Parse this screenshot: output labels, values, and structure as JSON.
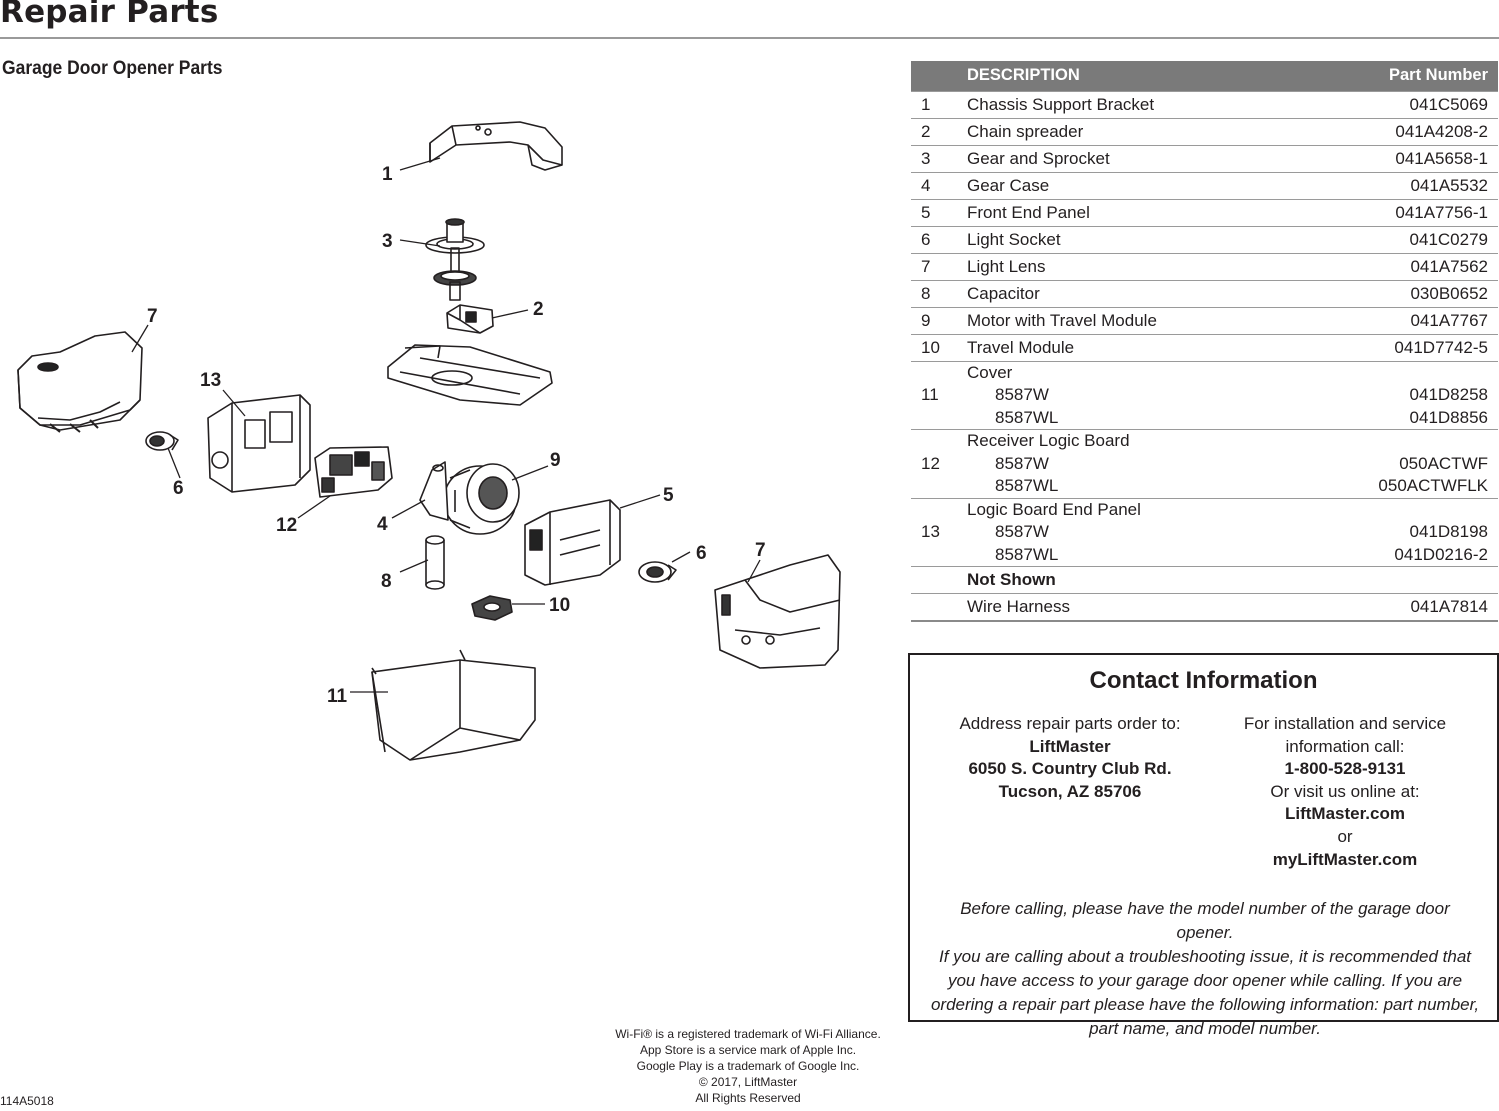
{
  "header": {
    "title": "Repair Parts",
    "section_title": "Garage Door Opener Parts"
  },
  "diagram": {
    "callouts": [
      "1",
      "3",
      "2",
      "7",
      "13",
      "9",
      "6",
      "12",
      "4",
      "5",
      "6",
      "7",
      "8",
      "10",
      "11"
    ]
  },
  "parts_table": {
    "col_description": "DESCRIPTION",
    "col_part_number": "Part Number",
    "rows": [
      {
        "num": "1",
        "desc": "Chassis Support Bracket",
        "pn": "041C5069"
      },
      {
        "num": "2",
        "desc": "Chain spreader",
        "pn": "041A4208-2"
      },
      {
        "num": "3",
        "desc": "Gear and Sprocket",
        "pn": "041A5658-1"
      },
      {
        "num": "4",
        "desc": "Gear Case",
        "pn": "041A5532"
      },
      {
        "num": "5",
        "desc": "Front End Panel",
        "pn": "041A7756-1"
      },
      {
        "num": "6",
        "desc": "Light Socket",
        "pn": "041C0279"
      },
      {
        "num": "7",
        "desc": "Light Lens",
        "pn": "041A7562"
      },
      {
        "num": "8",
        "desc": "Capacitor",
        "pn": "030B0652"
      },
      {
        "num": "9",
        "desc": "Motor with Travel Module",
        "pn": "041A7767"
      },
      {
        "num": "10",
        "desc": "Travel Module",
        "pn": "041D7742-5"
      }
    ],
    "multi_rows": [
      {
        "num": "11",
        "desc": "Cover",
        "sub": [
          "8587W",
          "8587WL"
        ],
        "pn": [
          "041D8258",
          "041D8856"
        ]
      },
      {
        "num": "12",
        "desc": "Receiver Logic Board",
        "sub": [
          "8587W",
          "8587WL"
        ],
        "pn": [
          "050ACTWF",
          "050ACTWFLK"
        ]
      },
      {
        "num": "13",
        "desc": "Logic Board End Panel",
        "sub": [
          "8587W",
          "8587WL"
        ],
        "pn": [
          "041D8198",
          "041D0216-2"
        ]
      }
    ],
    "not_shown_label": "Not Shown",
    "not_shown_rows": [
      {
        "desc": "Wire Harness",
        "pn": "041A7814"
      }
    ]
  },
  "contact": {
    "title": "Contact Information",
    "left": {
      "intro": "Address repair parts order to:",
      "company": "LiftMaster",
      "street": "6050 S. Country Club Rd.",
      "city": "Tucson, AZ 85706"
    },
    "right": {
      "intro_1": "For installation and service",
      "intro_2": "information call:",
      "phone": "1-800-528-9131",
      "visit": "Or visit us online at:",
      "site_1": "LiftMaster.com",
      "or": "or",
      "site_2": "myLiftMaster.com"
    },
    "note_lines": [
      "Before calling, please have the model number of the garage door opener.",
      "If you are calling about a troubleshooting issue, it is recommended that",
      "you have access to your garage door opener while calling. If you are",
      "ordering a repair part please have the following information: part number,",
      "part name, and model number."
    ]
  },
  "footer": {
    "lines": [
      "Wi-Fi® is a registered trademark of Wi-Fi Alliance.",
      "App Store is a service mark of Apple Inc.",
      "Google Play is a trademark of Google Inc.",
      "© 2017, LiftMaster",
      "All Rights Reserved"
    ],
    "doc_number": "114A5018"
  }
}
